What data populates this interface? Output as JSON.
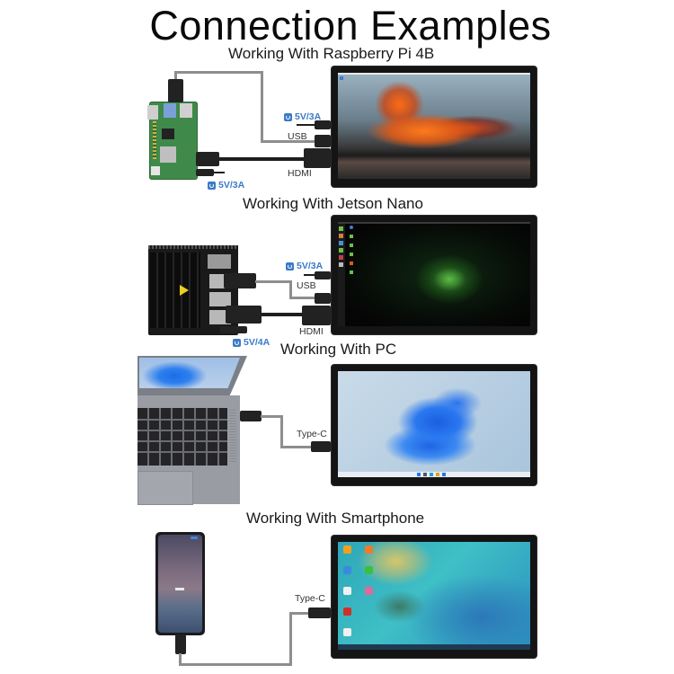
{
  "page": {
    "title": "Connection Examples"
  },
  "sections": [
    {
      "id": "raspberry-pi",
      "heading": "Working With Raspberry Pi 4B",
      "device": "Raspberry Pi 4B board",
      "labels": {
        "power_monitor": "5V/3A",
        "usb": "USB",
        "hdmi": "HDMI",
        "power_device": "5V/3A"
      },
      "screen": "sunset-clouds-wallpaper"
    },
    {
      "id": "jetson-nano",
      "heading": "Working With Jetson Nano",
      "device": "Jetson Nano board",
      "labels": {
        "power_monitor": "5V/3A",
        "usb": "USB",
        "hdmi": "HDMI",
        "power_device": "5V/4A"
      },
      "screen": "nvidia-green-wallpaper"
    },
    {
      "id": "pc",
      "heading": "Working With PC",
      "device": "Laptop",
      "labels": {
        "cable": "Type-C"
      },
      "screen": "windows-11-bloom-wallpaper"
    },
    {
      "id": "smartphone",
      "heading": "Working With Smartphone",
      "device": "Smartphone",
      "labels": {
        "cable": "Type-C"
      },
      "screen": "android-desktop-mode"
    }
  ],
  "colors": {
    "power_label": "#3a7ac8",
    "text": "#111111",
    "cable_gray": "#8e8e8e",
    "cable_black": "#1e1e1e"
  }
}
